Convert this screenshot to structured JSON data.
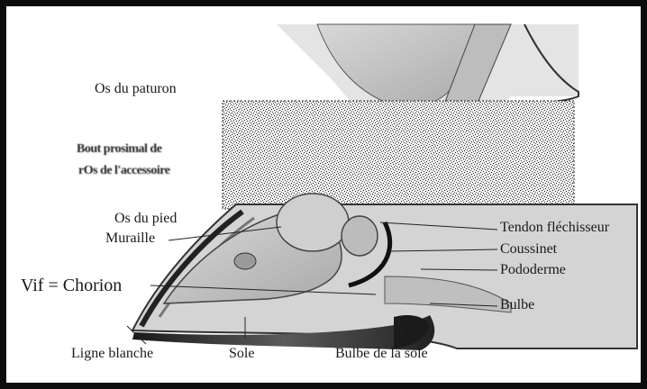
{
  "diagram": {
    "labels": {
      "os_paturon": "Os du paturon",
      "blurry_line1": "Bout prosimal de",
      "blurry_line2": "rOs de l'accessoire",
      "os_pied": "Os du pied",
      "muraille": "Muraille",
      "vif_chorion": "Vif = Chorion",
      "ligne_blanche": "Ligne blanche",
      "sole": "Sole",
      "bulbe_sole": "Bulbe de la sole",
      "tendon": "Tendon fléchisseur",
      "coussinet": "Coussinet",
      "pododerme": "Pododerme",
      "bulbe": "Bulbe"
    },
    "colors": {
      "frame": "#0c0c0c",
      "bone": "#c9c9c9",
      "dark_tissue": "#3a3a3a",
      "label_text": "#1a1a1a"
    }
  }
}
